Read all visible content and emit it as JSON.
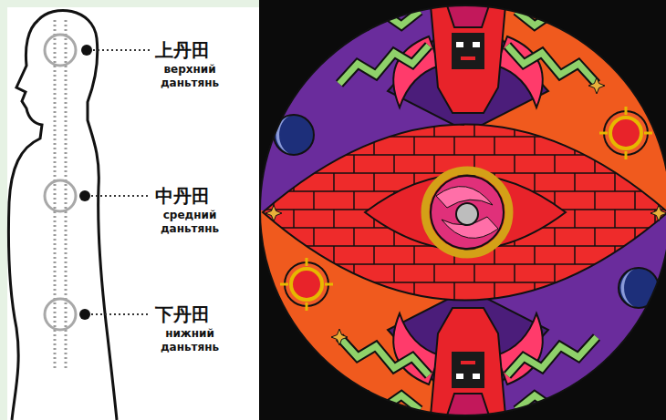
{
  "diagram": {
    "labels": [
      "上丹田",
      "верхний даньтянь",
      "中丹田",
      "средний даньтянь",
      "下丹田",
      "нижний даньтянь"
    ]
  }
}
